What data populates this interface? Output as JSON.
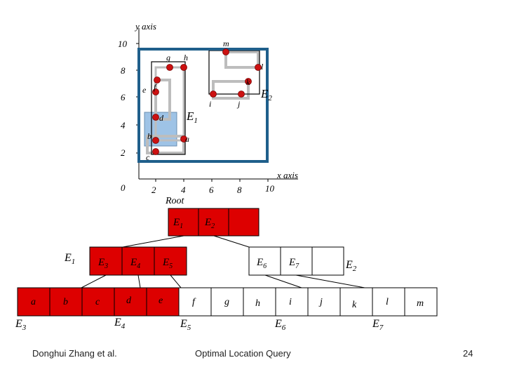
{
  "axes": {
    "y_label": "y axis",
    "x_label": "x axis",
    "y_ticks": [
      "10",
      "8",
      "6",
      "4",
      "2",
      "0"
    ],
    "x_ticks": [
      "2",
      "4",
      "6",
      "8",
      "10"
    ]
  },
  "rect_labels": {
    "e1": "E",
    "e1_sub": "1",
    "e2": "E",
    "e2_sub": "2"
  },
  "points": [
    {
      "id": "a",
      "label": "a"
    },
    {
      "id": "b",
      "label": "b"
    },
    {
      "id": "c",
      "label": "c"
    },
    {
      "id": "d",
      "label": "d"
    },
    {
      "id": "e",
      "label": "e"
    },
    {
      "id": "f",
      "label": "f"
    },
    {
      "id": "g",
      "label": "g"
    },
    {
      "id": "h",
      "label": "h"
    },
    {
      "id": "i",
      "label": "i"
    },
    {
      "id": "j",
      "label": "j"
    },
    {
      "id": "k",
      "label": "k"
    },
    {
      "id": "l",
      "label": "l"
    },
    {
      "id": "m",
      "label": "m"
    }
  ],
  "tree": {
    "root_label": "Root",
    "root_entries": [
      {
        "main": "E",
        "sub": "1"
      },
      {
        "main": "E",
        "sub": "2"
      },
      {
        "main": "",
        "sub": ""
      }
    ],
    "level1_left": {
      "side": {
        "main": "E",
        "sub": "1"
      },
      "entries": [
        {
          "main": "E",
          "sub": "3"
        },
        {
          "main": "E",
          "sub": "4"
        },
        {
          "main": "E",
          "sub": "5"
        }
      ]
    },
    "level1_right": {
      "side": {
        "main": "E",
        "sub": "2"
      },
      "entries": [
        {
          "main": "E",
          "sub": "6"
        },
        {
          "main": "E",
          "sub": "7"
        },
        {
          "main": "",
          "sub": ""
        }
      ]
    },
    "leaves": [
      {
        "label": {
          "main": "E",
          "sub": "3"
        },
        "cells": [
          "a",
          "b",
          "c"
        ]
      },
      {
        "label": {
          "main": "E",
          "sub": "4"
        },
        "cells": [
          "d",
          "e"
        ]
      },
      {
        "label": {
          "main": "E",
          "sub": "5"
        },
        "cells": [
          "f",
          "g"
        ]
      },
      {
        "label": {
          "main": "E",
          "sub": "6"
        },
        "cells": [
          "h",
          "i",
          "j"
        ]
      },
      {
        "label": {
          "main": "E",
          "sub": "7"
        },
        "cells": [
          "k",
          "l",
          "m"
        ]
      }
    ]
  },
  "footer": {
    "author": "Donghui Zhang et al.",
    "title": "Optimal Location Query",
    "page": "24"
  },
  "colors": {
    "node_red": "#dd0000",
    "point_red": "#cc1111",
    "mbr_blue": "#1f5f8b",
    "light_blue": "#9ec3e6"
  }
}
